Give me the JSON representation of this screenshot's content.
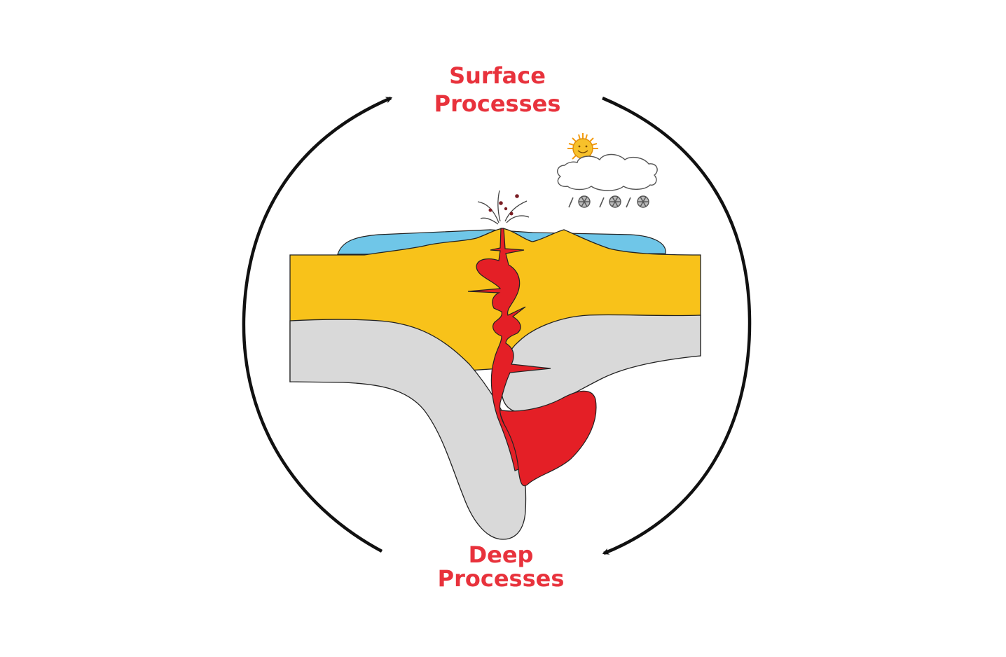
{
  "labels": {
    "surface": [
      "Surface",
      "Processes"
    ],
    "deep": [
      "Deep",
      "Processes"
    ]
  },
  "colors": {
    "label_red": "#e8323c",
    "crust_yellow": "#f8c21a",
    "lithosphere_gray": "#d9d9d9",
    "magma_red": "#e41f26",
    "water_blue": "#6fc6e8",
    "sun_yellow": "#f7c12b",
    "arrow_black": "#111111"
  },
  "icons": {
    "sun": "sun-icon",
    "cloud": "cloud-icon",
    "snowflake": "snowflake-icon",
    "arrow_cycle": "cycle-arrow-icon"
  }
}
